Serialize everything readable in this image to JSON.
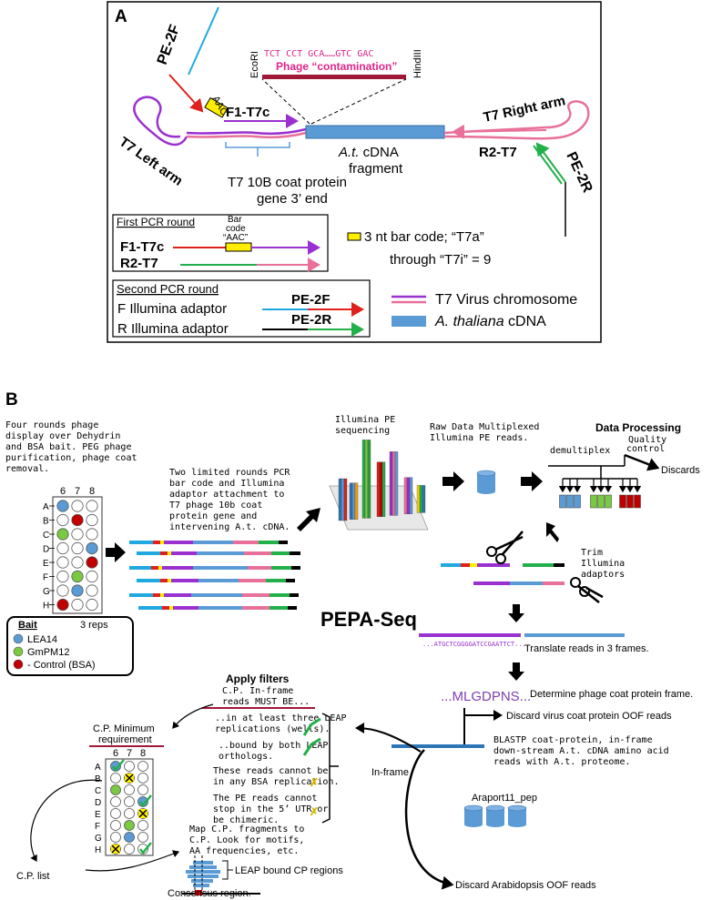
{
  "panel_a": {
    "letter": "A",
    "labels": {
      "pe2f": "PE-2F",
      "ecori": "EcoRI",
      "hindiii": "HindIII",
      "codons": "TCT  CCT  GCA……GTC  GAC",
      "phage_contamination": "Phage “contamination”",
      "aac": "AAC",
      "f1t7c": "F1-T7c",
      "t7_right_arm": "T7 Right arm",
      "at_cdna": "A.t.",
      "cdna_rest": " cDNA",
      "fragment": "fragment",
      "t7_left_arm": "T7 Left arm",
      "r2t7": "R2-T7",
      "pe2r": "PE-2R",
      "coat_line1": "T7  10B coat protein",
      "coat_line2": "gene 3’ end"
    },
    "first_pcr": {
      "title": "First PCR round",
      "barcode_line1": "Bar",
      "barcode_line2": "code",
      "barcode_line3": "“AAC”",
      "f1t7c": "F1-T7c",
      "r2t7": "R2-T7"
    },
    "barcode_legend": {
      "line1": "3 nt bar code; “T7a”",
      "line2": "through “T7i” = 9"
    },
    "second_pcr": {
      "title": "Second PCR round",
      "f_adaptor": "F Illumina adaptor",
      "r_adaptor": "R Illumina adaptor",
      "pe2f": "PE-2F",
      "pe2r": "PE-2R"
    },
    "legend": {
      "virus": "T7 Virus chromosome",
      "cdna_italic": "A. thaliana",
      "cdna_rest": " cDNA"
    },
    "colors": {
      "purple": "#9b30d0",
      "pink": "#e8709a",
      "blue_bar": "#5b9bd5",
      "cyan": "#20a8e0",
      "red": "#e0201c",
      "green": "#22b04a",
      "yellow": "#ffee00",
      "magenta_text": "#e0258a",
      "maroon": "#a01838"
    }
  },
  "panel_b": {
    "letter": "B",
    "intro": [
      "Four     rounds     phage",
      "display    over    Dehydrin",
      "and BSA bait. PEG phage",
      "purification, phage coat",
      "removal."
    ],
    "plate": {
      "cols": [
        "6",
        "7",
        "8"
      ],
      "rows": [
        "A",
        "B",
        "C",
        "D",
        "E",
        "F",
        "G",
        "H"
      ]
    },
    "bait_legend": {
      "title": "Bait",
      "reps": "3 reps",
      "items": [
        "LEA14",
        "GmPM12",
        "- Control (BSA)"
      ]
    },
    "pcr_text": [
      "Two limited rounds PCR",
      "bar  code  and  Illumina",
      "adaptor  attachment  to",
      "T7    phage    10b    coat",
      "protein         gene      and",
      "intervening A.t. cDNA."
    ],
    "illumina": [
      "Illumina PE",
      "sequencing"
    ],
    "raw_data": [
      "Raw Data Multiplexed",
      "Illumina PE reads."
    ],
    "data_processing": {
      "title": "Data Processing",
      "demultiplex": "demultiplex",
      "quality": [
        "Quality",
        "control"
      ],
      "discards": "Discards"
    },
    "trim": [
      "Trim",
      "Illumina",
      "adaptors"
    ],
    "pepa_seq": "PEPA-Seq",
    "dna_seq": "...ATGCTCGGGGATCCGAATTCT...",
    "translate": "Translate reads in 3 frames.",
    "aa_seq": "...MLGDPNS...",
    "determine": "Determine phage coat protein frame.",
    "discard_oof": "Discard virus coat protein OOF reads",
    "blastp": [
      "BLASTP  coat-protein,  in-frame",
      "down-stream A.t. cDNA amino acid",
      "reads with A.t. proteome."
    ],
    "in_frame": "In-frame",
    "araport": "Araport11_pep",
    "discard_arabidopsis": "Discard Arabidopsis OOF reads",
    "filters": {
      "title": "Apply filters",
      "subtitle": [
        "C.P. In-frame",
        "reads MUST BE..."
      ],
      "items": [
        "..in at least three  LEAP",
        "replications (wells).",
        "..bound by both LEAP",
        "orthologs.",
        "These reads cannot be",
        "in any BSA replication.",
        "The PE reads cannot",
        "stop in the 5’ UTR or",
        "be chimeric."
      ]
    },
    "min_req": [
      "C.P. Minimum",
      "requirement"
    ],
    "map_text": [
      "Map C.P. fragments to",
      "C.P. Look for motifs,",
      "AA frequencies, etc."
    ],
    "leap_bound": "LEAP bound CP regions",
    "cp_list": "C.P.  list",
    "consensus": "Consensus region."
  }
}
